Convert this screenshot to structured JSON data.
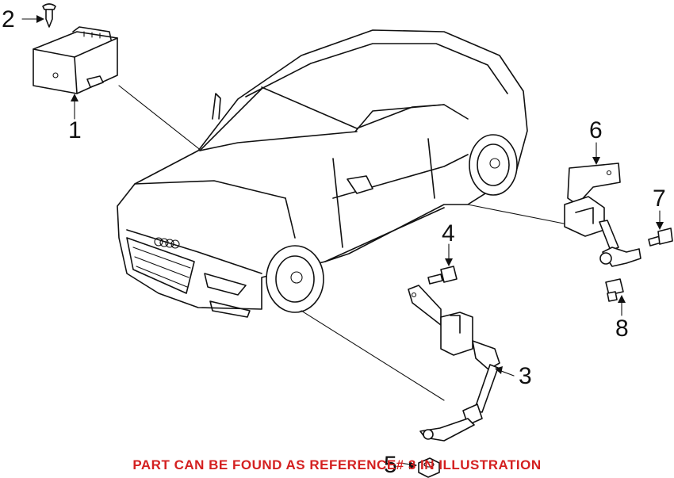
{
  "callouts": {
    "c1": "1",
    "c2": "2",
    "c3": "3",
    "c4": "4",
    "c5": "5",
    "c6": "6",
    "c7": "7",
    "c8": "8"
  },
  "note": {
    "text": "PART CAN BE FOUND AS REFERENCE# 3 IN ILLUSTRATION",
    "color": "#d42020"
  }
}
